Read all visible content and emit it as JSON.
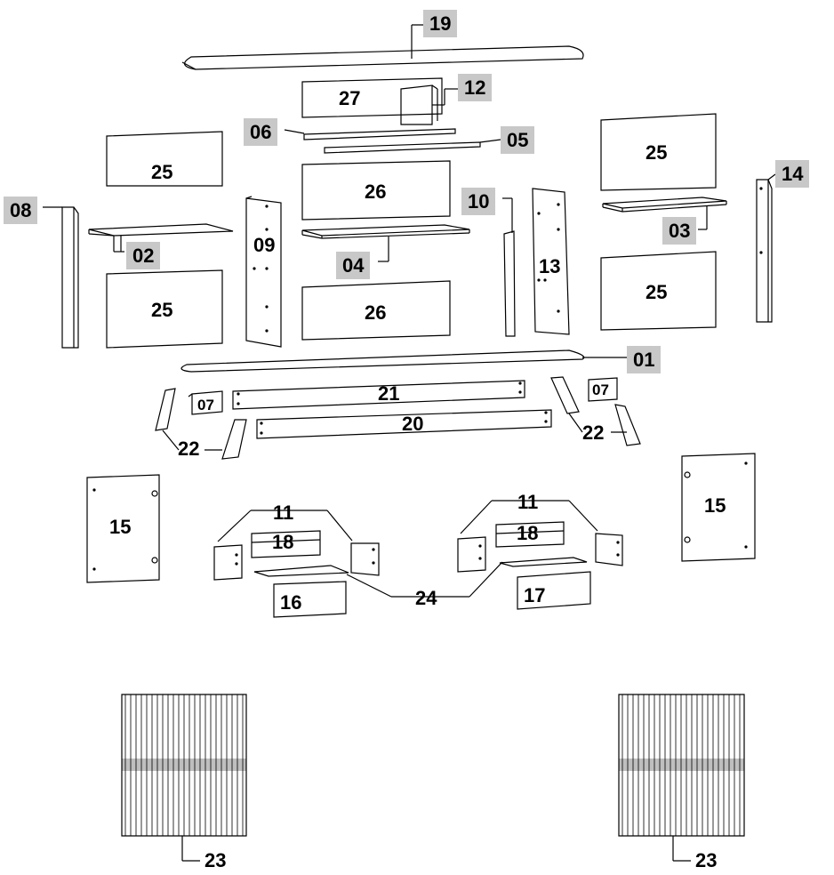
{
  "parts": {
    "p01": "01",
    "p02": "02",
    "p03": "03",
    "p04": "04",
    "p05": "05",
    "p06": "06",
    "p07": "07",
    "p08": "08",
    "p09": "09",
    "p10": "10",
    "p11": "11",
    "p12": "12",
    "p13": "13",
    "p14": "14",
    "p15": "15",
    "p16": "16",
    "p17": "17",
    "p18": "18",
    "p19": "19",
    "p20": "20",
    "p21": "21",
    "p22": "22",
    "p23": "23",
    "p24": "24",
    "p25": "25",
    "p26": "26",
    "p27": "27"
  },
  "style": {
    "line_color": "#000000",
    "tag_fill": "#c8c8c8"
  }
}
